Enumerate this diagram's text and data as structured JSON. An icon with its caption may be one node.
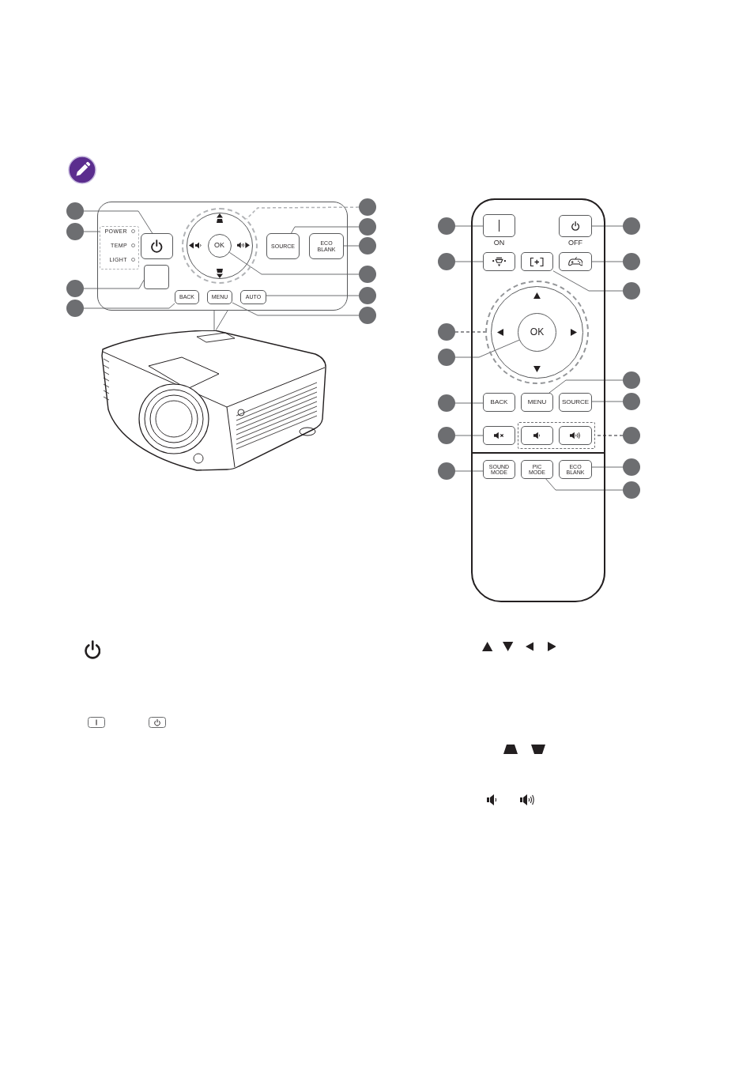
{
  "diagram": {
    "nodes": [
      {
        "text": [],
        "shape": "box"
      },
      {
        "text": [],
        "shape": "circle"
      },
      {
        "text": [],
        "shape": "box",
        "in": 0
      },
      {
        "text": [],
        "shape": "circle"
      },
      {
        "text": [
          "POWER",
          "TEMP",
          "LIGHT"
        ],
        "in": 0
      },
      {
        "text": [],
        "shape": "circle"
      },
      {
        "text": [],
        "shape": "box",
        "in": 0
      },
      {
        "text": [],
        "shape": "circle"
      },
      {
        "text": [
          "BACK"
        ],
        "in": 0
      },
      {
        "text": [],
        "shape": "circle",
        "in": 0
      },
      {
        "text": [
          "OK"
        ],
        "in": 9
      },
      {
        "text": [
          "SOURCE"
        ],
        "in": 0
      },
      {
        "text": [
          "ECO BLANK"
        ],
        "in": 0
      },
      {
        "text": [
          "MENU"
        ],
        "in": 0
      },
      {
        "text": [
          "AUTO"
        ],
        "in": 0
      },
      {
        "text": [],
        "shape": "circle"
      },
      {
        "text": [],
        "shape": "circle"
      },
      {
        "text": [],
        "shape": "circle"
      },
      {
        "text": [],
        "shape": "circle"
      },
      {
        "text": [],
        "shape": "circle"
      },
      {
        "text": [],
        "shape": "circle"
      },
      {
        "text": [],
        "shape": "picture"
      },
      {
        "text": [],
        "shape": "box"
      },
      {
        "text": [
          "ON"
        ],
        "in": 22
      },
      {
        "text": [
          "OFF"
        ],
        "in": 22
      },
      {
        "text": [],
        "shape": "box",
        "in": 22
      },
      {
        "text": [],
        "shape": "box",
        "in": 22
      },
      {
        "text": [],
        "shape": "box",
        "in": 22
      },
      {
        "text": [],
        "shape": "circle",
        "in": 22
      },
      {
        "text": [
          "OK"
        ],
        "in": 28
      },
      {
        "text": [
          "BACK"
        ],
        "in": 22
      },
      {
        "text": [
          "MENU"
        ],
        "in": 22
      },
      {
        "text": [
          "SOURCE"
        ],
        "in": 22
      },
      {
        "text": [],
        "shape": "box",
        "in": 22
      },
      {
        "text": [],
        "shape": "box",
        "in": 22
      },
      {
        "text": [],
        "shape": "box",
        "in": 34
      },
      {
        "text": [],
        "shape": "box",
        "in": 34
      },
      {
        "text": [
          "SOUND MODE"
        ],
        "in": 22
      },
      {
        "text": [
          "PIC MODE"
        ],
        "in": 22
      },
      {
        "text": [
          "ECO BLANK"
        ],
        "in": 22
      },
      {
        "text": [],
        "shape": "circle"
      },
      {
        "text": [],
        "shape": "circle"
      },
      {
        "text": [],
        "shape": "circle"
      },
      {
        "text": [],
        "shape": "circle"
      },
      {
        "text": [],
        "shape": "circle"
      },
      {
        "text": [],
        "shape": "circle"
      },
      {
        "text": [],
        "shape": "circle"
      },
      {
        "text": [],
        "shape": "circle"
      },
      {
        "text": [],
        "shape": "circle"
      },
      {
        "text": [],
        "shape": "circle"
      },
      {
        "text": [],
        "shape": "circle"
      },
      {
        "text": [],
        "shape": "circle"
      },
      {
        "text": [],
        "shape": "circle"
      },
      {
        "text": [],
        "shape": "circle"
      },
      {
        "text": [],
        "shape": "circle"
      }
    ],
    "edges": [
      {
        "from": 1,
        "to": 2,
        "arrow": "none"
      },
      {
        "from": 3,
        "to": 4,
        "arrow": "none"
      },
      {
        "from": 5,
        "to": 6,
        "arrow": "none"
      },
      {
        "from": 7,
        "to": 8,
        "arrow": "none"
      },
      {
        "from": 15,
        "to": 9,
        "arrow": "none",
        "style": "dashed",
        "color": "#b1b3b6"
      },
      {
        "from": 16,
        "to": 11,
        "arrow": "none"
      },
      {
        "from": 17,
        "to": 12,
        "arrow": "none"
      },
      {
        "from": 18,
        "to": 10,
        "arrow": "none"
      },
      {
        "from": 19,
        "to": 14,
        "arrow": "none"
      },
      {
        "from": 20,
        "to": 13,
        "arrow": "none"
      },
      {
        "from": 0,
        "to": 21,
        "arrow": "none"
      },
      {
        "from": 40,
        "to": 23,
        "arrow": "none"
      },
      {
        "from": 41,
        "to": 25,
        "arrow": "none"
      },
      {
        "from": 42,
        "to": 28,
        "arrow": "none",
        "style": "dashed"
      },
      {
        "from": 43,
        "to": 29,
        "arrow": "none"
      },
      {
        "from": 44,
        "to": 30,
        "arrow": "none"
      },
      {
        "from": 45,
        "to": 33,
        "arrow": "none"
      },
      {
        "from": 46,
        "to": 37,
        "arrow": "none"
      },
      {
        "from": 47,
        "to": 24,
        "arrow": "none"
      },
      {
        "from": 48,
        "to": 27,
        "arrow": "none"
      },
      {
        "from": 49,
        "to": 26,
        "arrow": "none"
      },
      {
        "from": 50,
        "to": 31,
        "arrow": "none"
      },
      {
        "from": 51,
        "to": 32,
        "arrow": "none"
      },
      {
        "from": 52,
        "to": 34,
        "arrow": "none",
        "style": "dashed"
      },
      {
        "from": 53,
        "to": 39,
        "arrow": "none"
      },
      {
        "from": 54,
        "to": 38,
        "arrow": "none"
      }
    ]
  }
}
